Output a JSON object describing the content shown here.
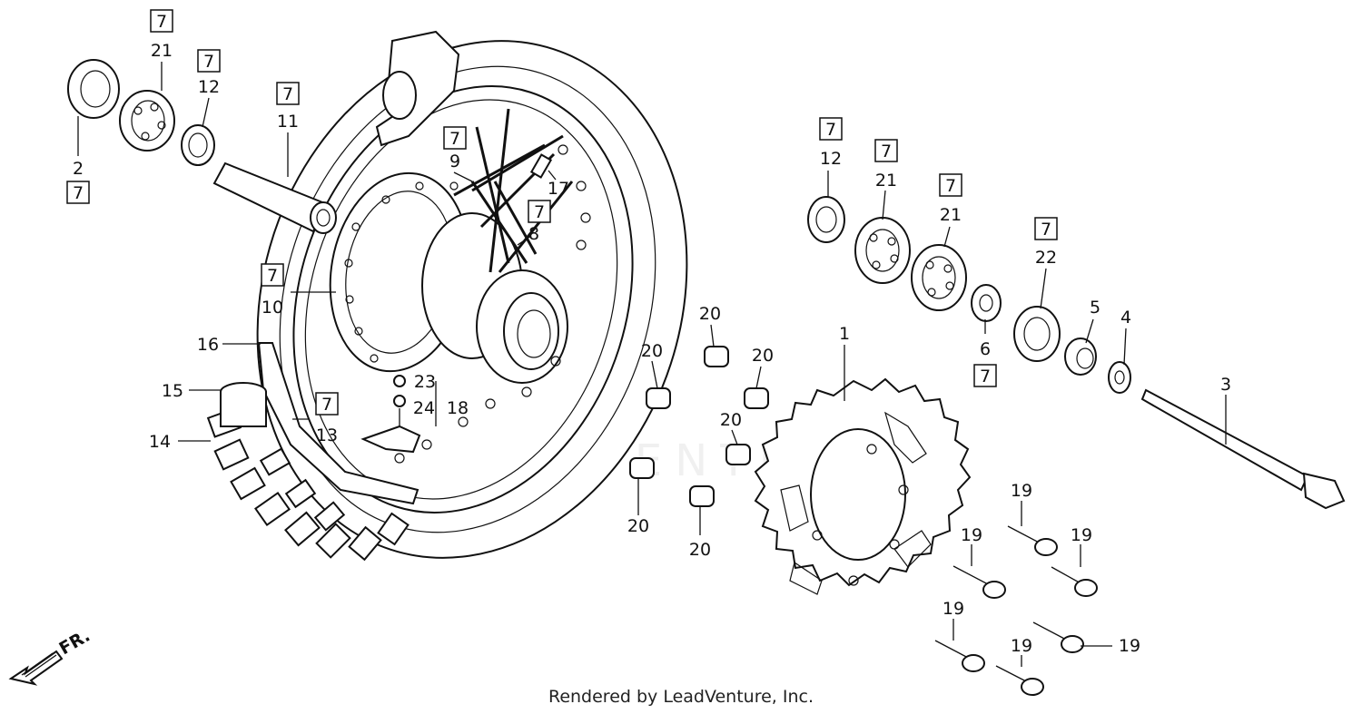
{
  "footer_text": "Rendered by LeadVenture, Inc.",
  "watermark_text": "LEADVENTURE",
  "front_indicator": "FR.",
  "ref_group": "7",
  "callouts": {
    "c1": "1",
    "c2": "2",
    "c3": "3",
    "c4": "4",
    "c5": "5",
    "c6": "6",
    "c8": "8",
    "c9": "9",
    "c10": "10",
    "c11": "11",
    "c12": "12",
    "c13": "13",
    "c14": "14",
    "c15": "15",
    "c16": "16",
    "c17": "17",
    "c18": "18",
    "c19": "19",
    "c20": "20",
    "c21": "21",
    "c22": "22",
    "c23": "23",
    "c24": "24"
  }
}
